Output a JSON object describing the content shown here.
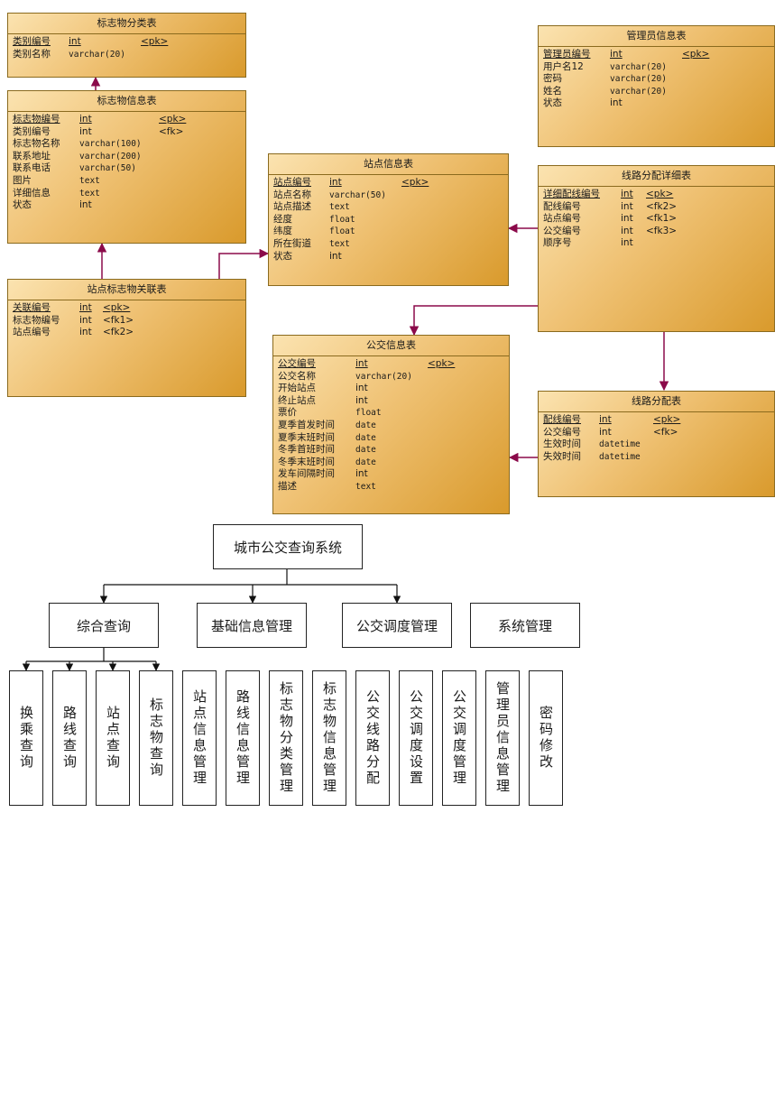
{
  "er": {
    "tables": [
      {
        "id": "category",
        "title": "标志物分类表",
        "rows": [
          {
            "name": "类别编号",
            "type": "int",
            "key": "<pk>",
            "pk": true
          },
          {
            "name": "类别名称",
            "type": "varchar(20)",
            "key": ""
          }
        ]
      },
      {
        "id": "landmark",
        "title": "标志物信息表",
        "rows": [
          {
            "name": "标志物编号",
            "type": "int",
            "key": "<pk>",
            "pk": true
          },
          {
            "name": "类别编号",
            "type": "int",
            "key": "<fk>"
          },
          {
            "name": "标志物名称",
            "type": "varchar(100)",
            "key": ""
          },
          {
            "name": "联系地址",
            "type": "varchar(200)",
            "key": ""
          },
          {
            "name": "联系电话",
            "type": "varchar(50)",
            "key": ""
          },
          {
            "name": "图片",
            "type": "text",
            "key": ""
          },
          {
            "name": "详细信息",
            "type": "text",
            "key": ""
          },
          {
            "name": "状态",
            "type": "int",
            "key": ""
          }
        ]
      },
      {
        "id": "station_landmark",
        "title": "站点标志物关联表",
        "rows": [
          {
            "name": "关联编号",
            "type": "int",
            "key": "<pk>",
            "pk": true
          },
          {
            "name": "标志物编号",
            "type": "int",
            "key": "<fk1>"
          },
          {
            "name": "站点编号",
            "type": "int",
            "key": "<fk2>"
          }
        ]
      },
      {
        "id": "station",
        "title": "站点信息表",
        "rows": [
          {
            "name": "站点编号",
            "type": "int",
            "key": "<pk>",
            "pk": true
          },
          {
            "name": "站点名称",
            "type": "varchar(50)",
            "key": ""
          },
          {
            "name": "站点描述",
            "type": "text",
            "key": ""
          },
          {
            "name": "经度",
            "type": "float",
            "key": ""
          },
          {
            "name": "纬度",
            "type": "float",
            "key": ""
          },
          {
            "name": "所在街道",
            "type": "text",
            "key": ""
          },
          {
            "name": "状态",
            "type": "int",
            "key": ""
          }
        ]
      },
      {
        "id": "admin",
        "title": "管理员信息表",
        "rows": [
          {
            "name": "管理员编号",
            "type": "int",
            "key": "<pk>",
            "pk": true
          },
          {
            "name": "用户名12",
            "type": "varchar(20)",
            "key": ""
          },
          {
            "name": "密码",
            "type": "varchar(20)",
            "key": ""
          },
          {
            "name": "姓名",
            "type": "varchar(20)",
            "key": ""
          },
          {
            "name": "状态",
            "type": "int",
            "key": ""
          }
        ]
      },
      {
        "id": "route_detail",
        "title": "线路分配详细表",
        "rows": [
          {
            "name": "详细配线编号",
            "type": "int",
            "key": "<pk>",
            "pk": true
          },
          {
            "name": "配线编号",
            "type": "int",
            "key": "<fk2>"
          },
          {
            "name": "站点编号",
            "type": "int",
            "key": "<fk1>"
          },
          {
            "name": "公交编号",
            "type": "int",
            "key": "<fk3>"
          },
          {
            "name": "顺序号",
            "type": "int",
            "key": ""
          }
        ]
      },
      {
        "id": "bus",
        "title": "公交信息表",
        "rows": [
          {
            "name": "公交编号",
            "type": "int",
            "key": "<pk>",
            "pk": true
          },
          {
            "name": "公交名称",
            "type": "varchar(20)",
            "key": ""
          },
          {
            "name": "开始站点",
            "type": "int",
            "key": ""
          },
          {
            "name": "终止站点",
            "type": "int",
            "key": ""
          },
          {
            "name": "票价",
            "type": "float",
            "key": ""
          },
          {
            "name": "夏季首发时间",
            "type": "date",
            "key": ""
          },
          {
            "name": "夏季末班时间",
            "type": "date",
            "key": ""
          },
          {
            "name": "冬季首班时间",
            "type": "date",
            "key": ""
          },
          {
            "name": "冬季末班时间",
            "type": "date",
            "key": ""
          },
          {
            "name": "发车间隔时间",
            "type": "int",
            "key": ""
          },
          {
            "name": "描述",
            "type": "text",
            "key": ""
          }
        ]
      },
      {
        "id": "route",
        "title": "线路分配表",
        "rows": [
          {
            "name": "配线编号",
            "type": "int",
            "key": "<pk>",
            "pk": true
          },
          {
            "name": "公交编号",
            "type": "int",
            "key": "<fk>"
          },
          {
            "name": "生效时间",
            "type": "datetime",
            "key": ""
          },
          {
            "name": "失效时间",
            "type": "datetime",
            "key": ""
          }
        ]
      }
    ]
  },
  "tree": {
    "root": "城市公交查询系统",
    "groups": [
      "综合查询",
      "基础信息管理",
      "公交调度管理",
      "系统管理"
    ],
    "leaves": [
      "换乘查询",
      "路线查询",
      "站点查询",
      "标志物查询",
      "站点信息管理",
      "路线信息管理",
      "标志物分类管理",
      "标志物信息管理",
      "公交线路分配",
      "公交调度设置",
      "公交调度管理",
      "管理员信息管理",
      "密码修改"
    ]
  },
  "colors": {
    "relation": "#8b0a4a",
    "table_border": "#8a6a1e"
  }
}
